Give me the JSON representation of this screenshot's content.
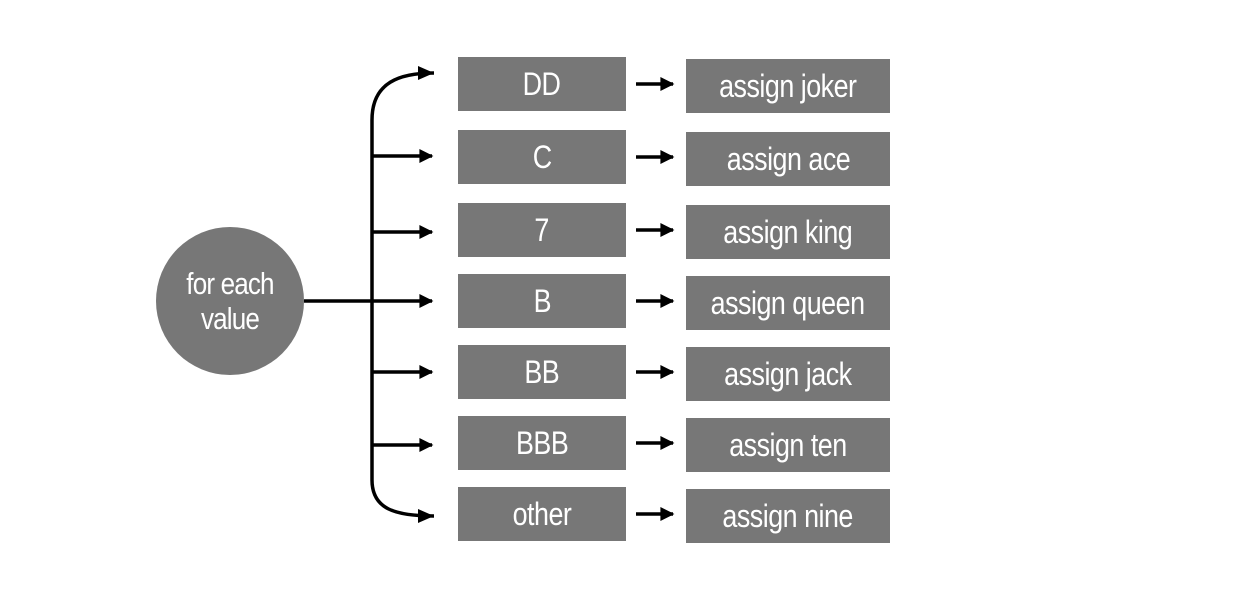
{
  "source_node": {
    "label": "for each value"
  },
  "cases": [
    {
      "value": "DD",
      "action": "assign joker"
    },
    {
      "value": "C",
      "action": "assign ace"
    },
    {
      "value": "7",
      "action": "assign king"
    },
    {
      "value": "B",
      "action": "assign queen"
    },
    {
      "value": "BB",
      "action": "assign jack"
    },
    {
      "value": "BBB",
      "action": "assign ten"
    },
    {
      "value": "other",
      "action": "assign nine"
    }
  ],
  "colors": {
    "box_fill": "#777777",
    "text": "#ffffff",
    "connector": "#000000",
    "background": "#ffffff"
  }
}
